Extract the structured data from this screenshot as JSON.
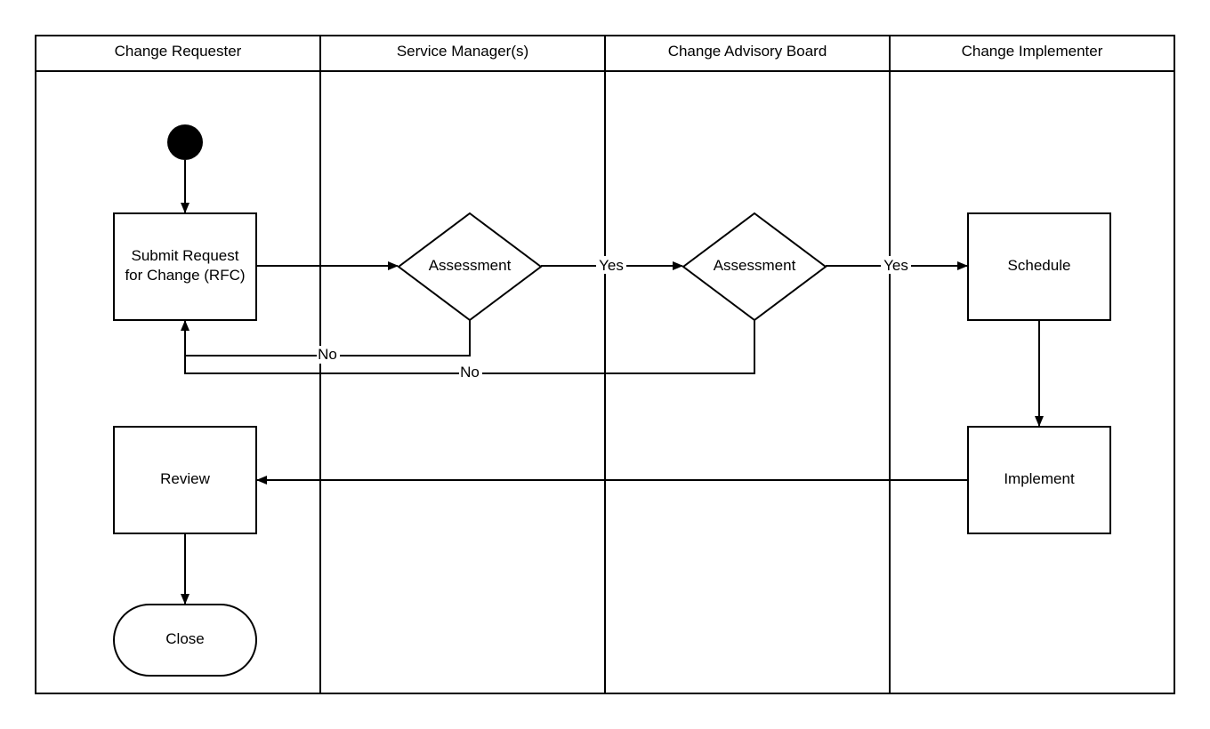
{
  "lanes": [
    {
      "title": "Change Requester"
    },
    {
      "title": "Service Manager(s)"
    },
    {
      "title": "Change Advisory Board"
    },
    {
      "title": "Change Implementer"
    }
  ],
  "nodes": {
    "start": {
      "kind": "start-circle"
    },
    "submit": {
      "line1": "Submit Request",
      "line2": "for Change (RFC)"
    },
    "assessment_sm": {
      "label": "Assessment"
    },
    "assessment_cab": {
      "label": "Assessment"
    },
    "schedule": {
      "label": "Schedule"
    },
    "implement": {
      "label": "Implement"
    },
    "review": {
      "label": "Review"
    },
    "close": {
      "label": "Close"
    }
  },
  "edges": {
    "yes_1": "Yes",
    "yes_2": "Yes",
    "no_1": "No",
    "no_2": "No"
  }
}
